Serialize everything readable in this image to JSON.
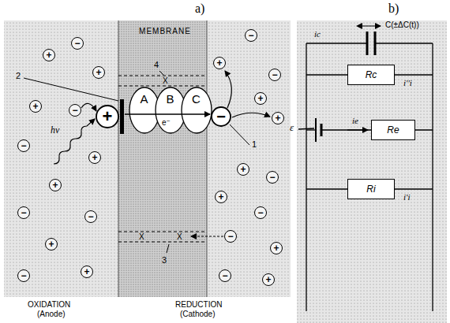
{
  "diagram": {
    "nodes": [
      {
        "text": [
          "MEMBRANE"
        ]
      },
      {
        "text": [
          "A"
        ],
        "in": 0
      },
      {
        "text": [
          "B"
        ],
        "in": 0
      },
      {
        "text": [
          "C"
        ],
        "in": 0
      },
      {
        "text": [
          "+"
        ]
      },
      {
        "text": [
          "−"
        ]
      },
      {
        "text": [
          "Rc"
        ]
      },
      {
        "text": [
          "Re"
        ]
      },
      {
        "text": [
          "Ri"
        ]
      }
    ],
    "labels": [
      "a)",
      "b)",
      "OXIDATION",
      "(Anode)",
      "REDUCTION",
      "(Cathode)",
      "1",
      "2",
      "3",
      "4",
      "hν",
      "e⁻",
      "X",
      "X",
      "X",
      "ic",
      "C(±ΔC(t))",
      "i''i",
      "ε",
      "ie",
      "i'i",
      "−",
      "+",
      "+",
      "+",
      "−",
      "−",
      "+",
      "+",
      "−",
      "−",
      "+",
      "+",
      "−",
      "−",
      "+",
      "−",
      "+",
      "+",
      "+",
      "−",
      "+",
      "−",
      "−",
      "+",
      "−",
      "+"
    ]
  }
}
